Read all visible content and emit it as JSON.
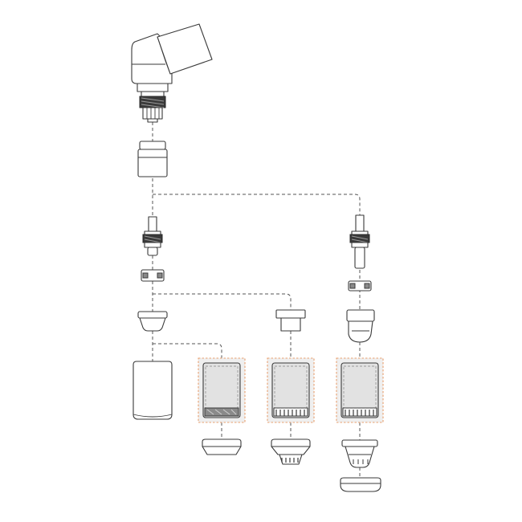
{
  "colors": {
    "background": "#ffffff",
    "outline": "#3a3a3a",
    "connector": "#555555",
    "highlight_border": "#e8a070",
    "highlight_fill": "#efefef",
    "component_fill": "#e2e2e2"
  },
  "components": [
    {
      "id": "binocular-head",
      "icon": "binocular-head-icon"
    },
    {
      "id": "lens-adapter",
      "icon": "lens-adapter-icon"
    },
    {
      "id": "cylindrical-coupler",
      "icon": "cylindrical-coupler-icon"
    },
    {
      "id": "objective-lens-left",
      "icon": "objective-lens-icon"
    },
    {
      "id": "objective-lens-right",
      "icon": "objective-lens-icon"
    },
    {
      "id": "ring-left",
      "icon": "ring-icon"
    },
    {
      "id": "ring-right",
      "icon": "ring-icon"
    },
    {
      "id": "nosepiece-left",
      "icon": "nosepiece-icon"
    },
    {
      "id": "nosepiece-middle",
      "icon": "nosepiece-icon"
    },
    {
      "id": "nosepiece-right",
      "icon": "nosepiece-icon"
    },
    {
      "id": "tall-cylinder",
      "icon": "cylinder-housing-icon"
    },
    {
      "id": "housing-1",
      "icon": "housing-box-icon",
      "highlighted": true
    },
    {
      "id": "housing-2",
      "icon": "housing-box-icon",
      "highlighted": true
    },
    {
      "id": "housing-3",
      "icon": "housing-box-icon",
      "highlighted": true
    },
    {
      "id": "base-plate-1",
      "icon": "base-plate-icon"
    },
    {
      "id": "base-ring-light",
      "icon": "ring-light-icon"
    },
    {
      "id": "base-cup",
      "icon": "cup-icon"
    },
    {
      "id": "base-dish",
      "icon": "dish-icon"
    }
  ]
}
